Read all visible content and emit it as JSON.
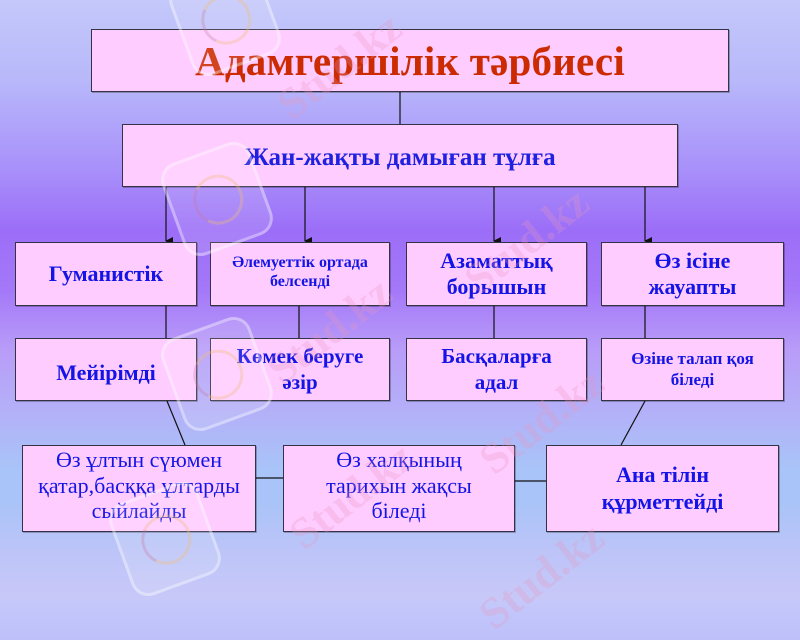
{
  "diagram": {
    "title": "Адамгершілік тәрбиесі",
    "subtitle": "Жан-жақты дамыған тұлға",
    "row1": [
      {
        "label": "Гуманистік"
      },
      {
        "label": "Әлемуеттік ортада белсенді",
        "lines": [
          "Әлемуеттік ортада",
          "белсенді"
        ]
      },
      {
        "label": "Азаматтық борышын",
        "lines": [
          "Азаматтық",
          "борышын"
        ]
      },
      {
        "label": "Өз ісіне жауапты",
        "lines": [
          "Өз ісіне",
          "жауапты"
        ]
      }
    ],
    "row2": [
      {
        "label": "Мейірімді"
      },
      {
        "label": "Көмек беруге әзір",
        "lines": [
          "Көмек беруге",
          "әзір"
        ]
      },
      {
        "label": "Басқаларға адал",
        "lines": [
          "Басқаларға",
          "адал"
        ]
      },
      {
        "label": "Өзіне талап қоя біледі",
        "lines": [
          "Өзіне талап қоя",
          "біледі"
        ]
      }
    ],
    "row3": [
      {
        "label": "Өз ұлтын сүюмен қатар,басққа ұлтарды сыйлайды",
        "lines": [
          "Өз ұлтын сүюмен",
          "қатар,басққа ұлтарды",
          "сыйлайды"
        ]
      },
      {
        "label": "Өз халқының тарихын жақсы біледі",
        "lines": [
          "Өз халқының",
          "тарихын жақсы",
          "біледі"
        ]
      },
      {
        "label": "Ана тілін құрметтейді",
        "lines": [
          "Ана тілін",
          "құрметтейді"
        ]
      }
    ]
  },
  "colors": {
    "box_fill": "#ffccff",
    "box_border": "#333344",
    "title_text": "#cc2a00",
    "node_text": "#1414e6",
    "connector": "#111111"
  },
  "watermark": {
    "text": "Stud.kz"
  }
}
